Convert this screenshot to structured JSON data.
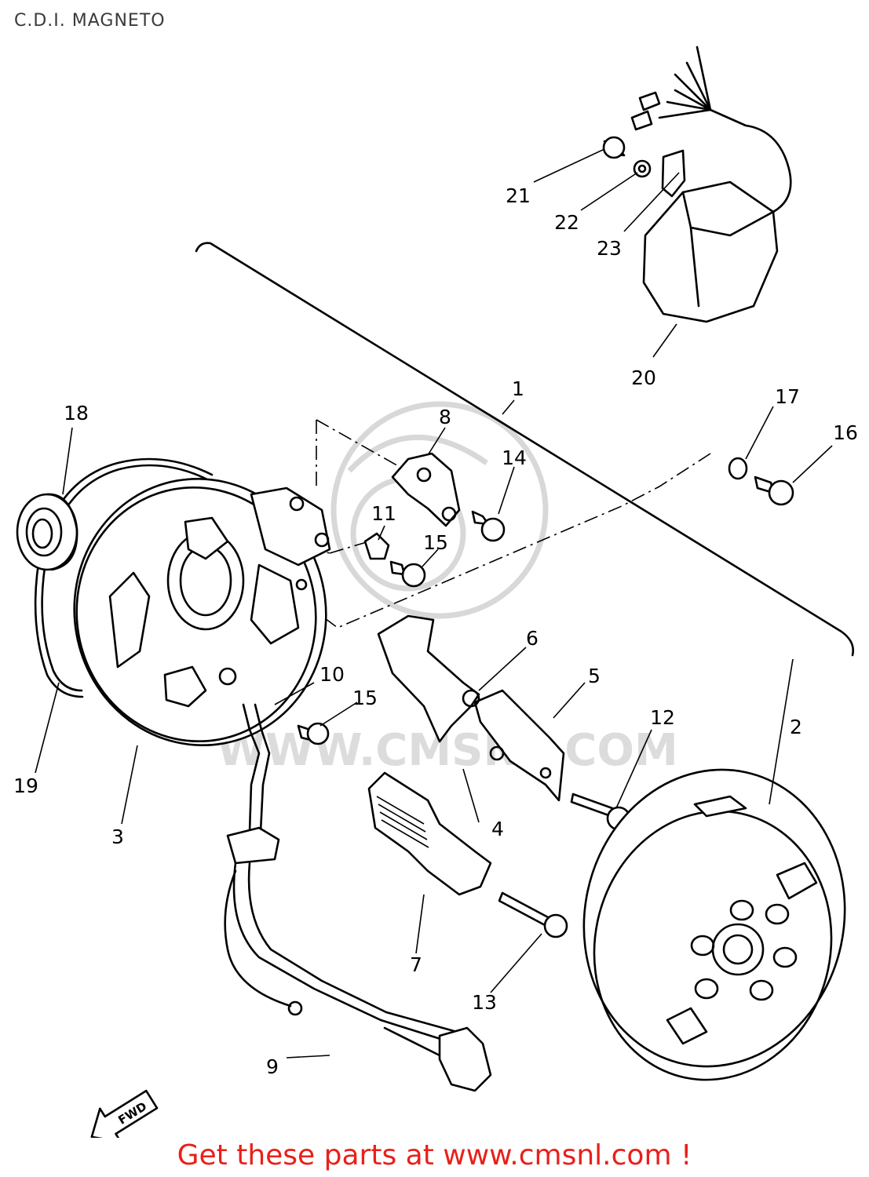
{
  "title": "C.D.I. MAGNETO",
  "callouts": [
    "1",
    "2",
    "3",
    "4",
    "5",
    "6",
    "7",
    "8",
    "9",
    "10",
    "11",
    "12",
    "13",
    "14",
    "15",
    "15",
    "16",
    "17",
    "18",
    "19",
    "20",
    "21",
    "22",
    "23"
  ],
  "direction_marker": "FWD",
  "watermark": "WWW.CMSNL.COM",
  "footer_link": "Get these parts at www.cmsnl.com !",
  "colors": {
    "footer": "#e8201a",
    "title": "#3a3a3a",
    "line": "#000000",
    "watermark": "#d8d8d8"
  }
}
